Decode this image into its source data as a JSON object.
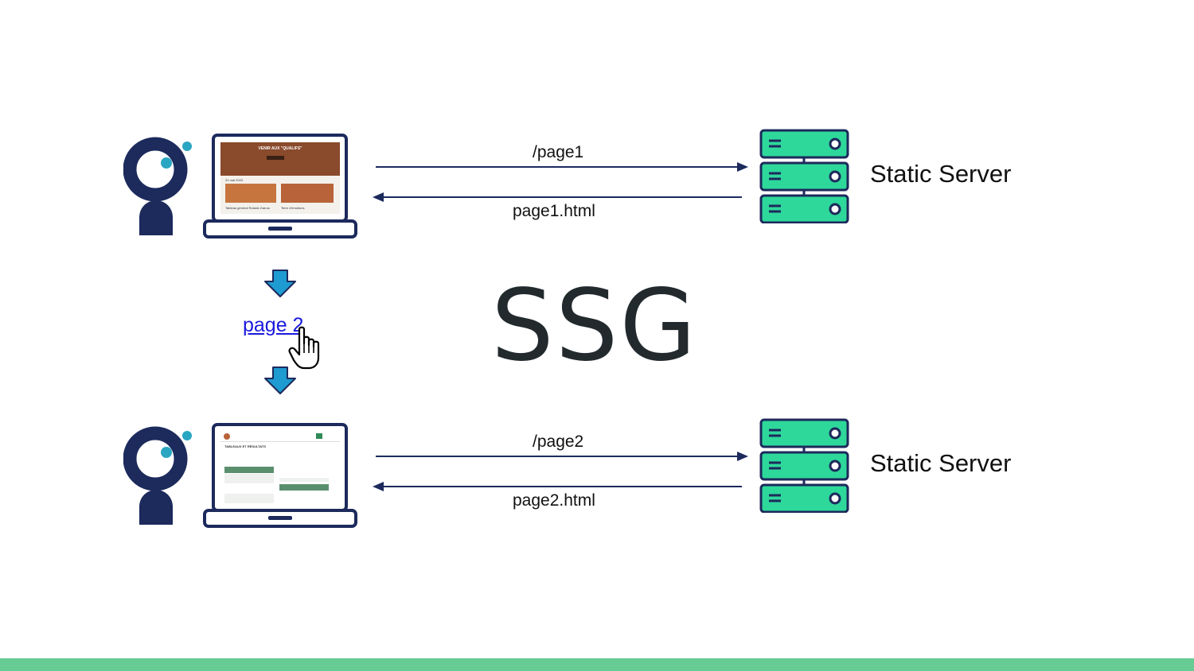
{
  "title": "SSG",
  "rows": [
    {
      "request": "/page1",
      "response": "page1.html",
      "server_label": "Static Server",
      "screen": {
        "banner": "VENIR AUX \"QUALIFS\"",
        "date": "31 mai 2023",
        "caption_left": "Tableau général Roland-Garros",
        "caption_right": "Terre d'émotions"
      }
    },
    {
      "request": "/page2",
      "response": "page2.html",
      "server_label": "Static Server",
      "screen": {
        "heading": "TABLEAUX ET RÉSULTATS"
      }
    }
  ],
  "link": {
    "label": "page 2"
  },
  "colors": {
    "navy": "#1c2a5c",
    "teal": "#2aa6c2",
    "server_green": "#2ed89a",
    "arrow_blue": "#1e9bd0",
    "footer_green": "#66cc94",
    "link_blue": "#1a1adf"
  },
  "icons": [
    "user-icon",
    "laptop-icon",
    "server-icon",
    "down-arrow-icon",
    "hand-cursor-icon"
  ]
}
